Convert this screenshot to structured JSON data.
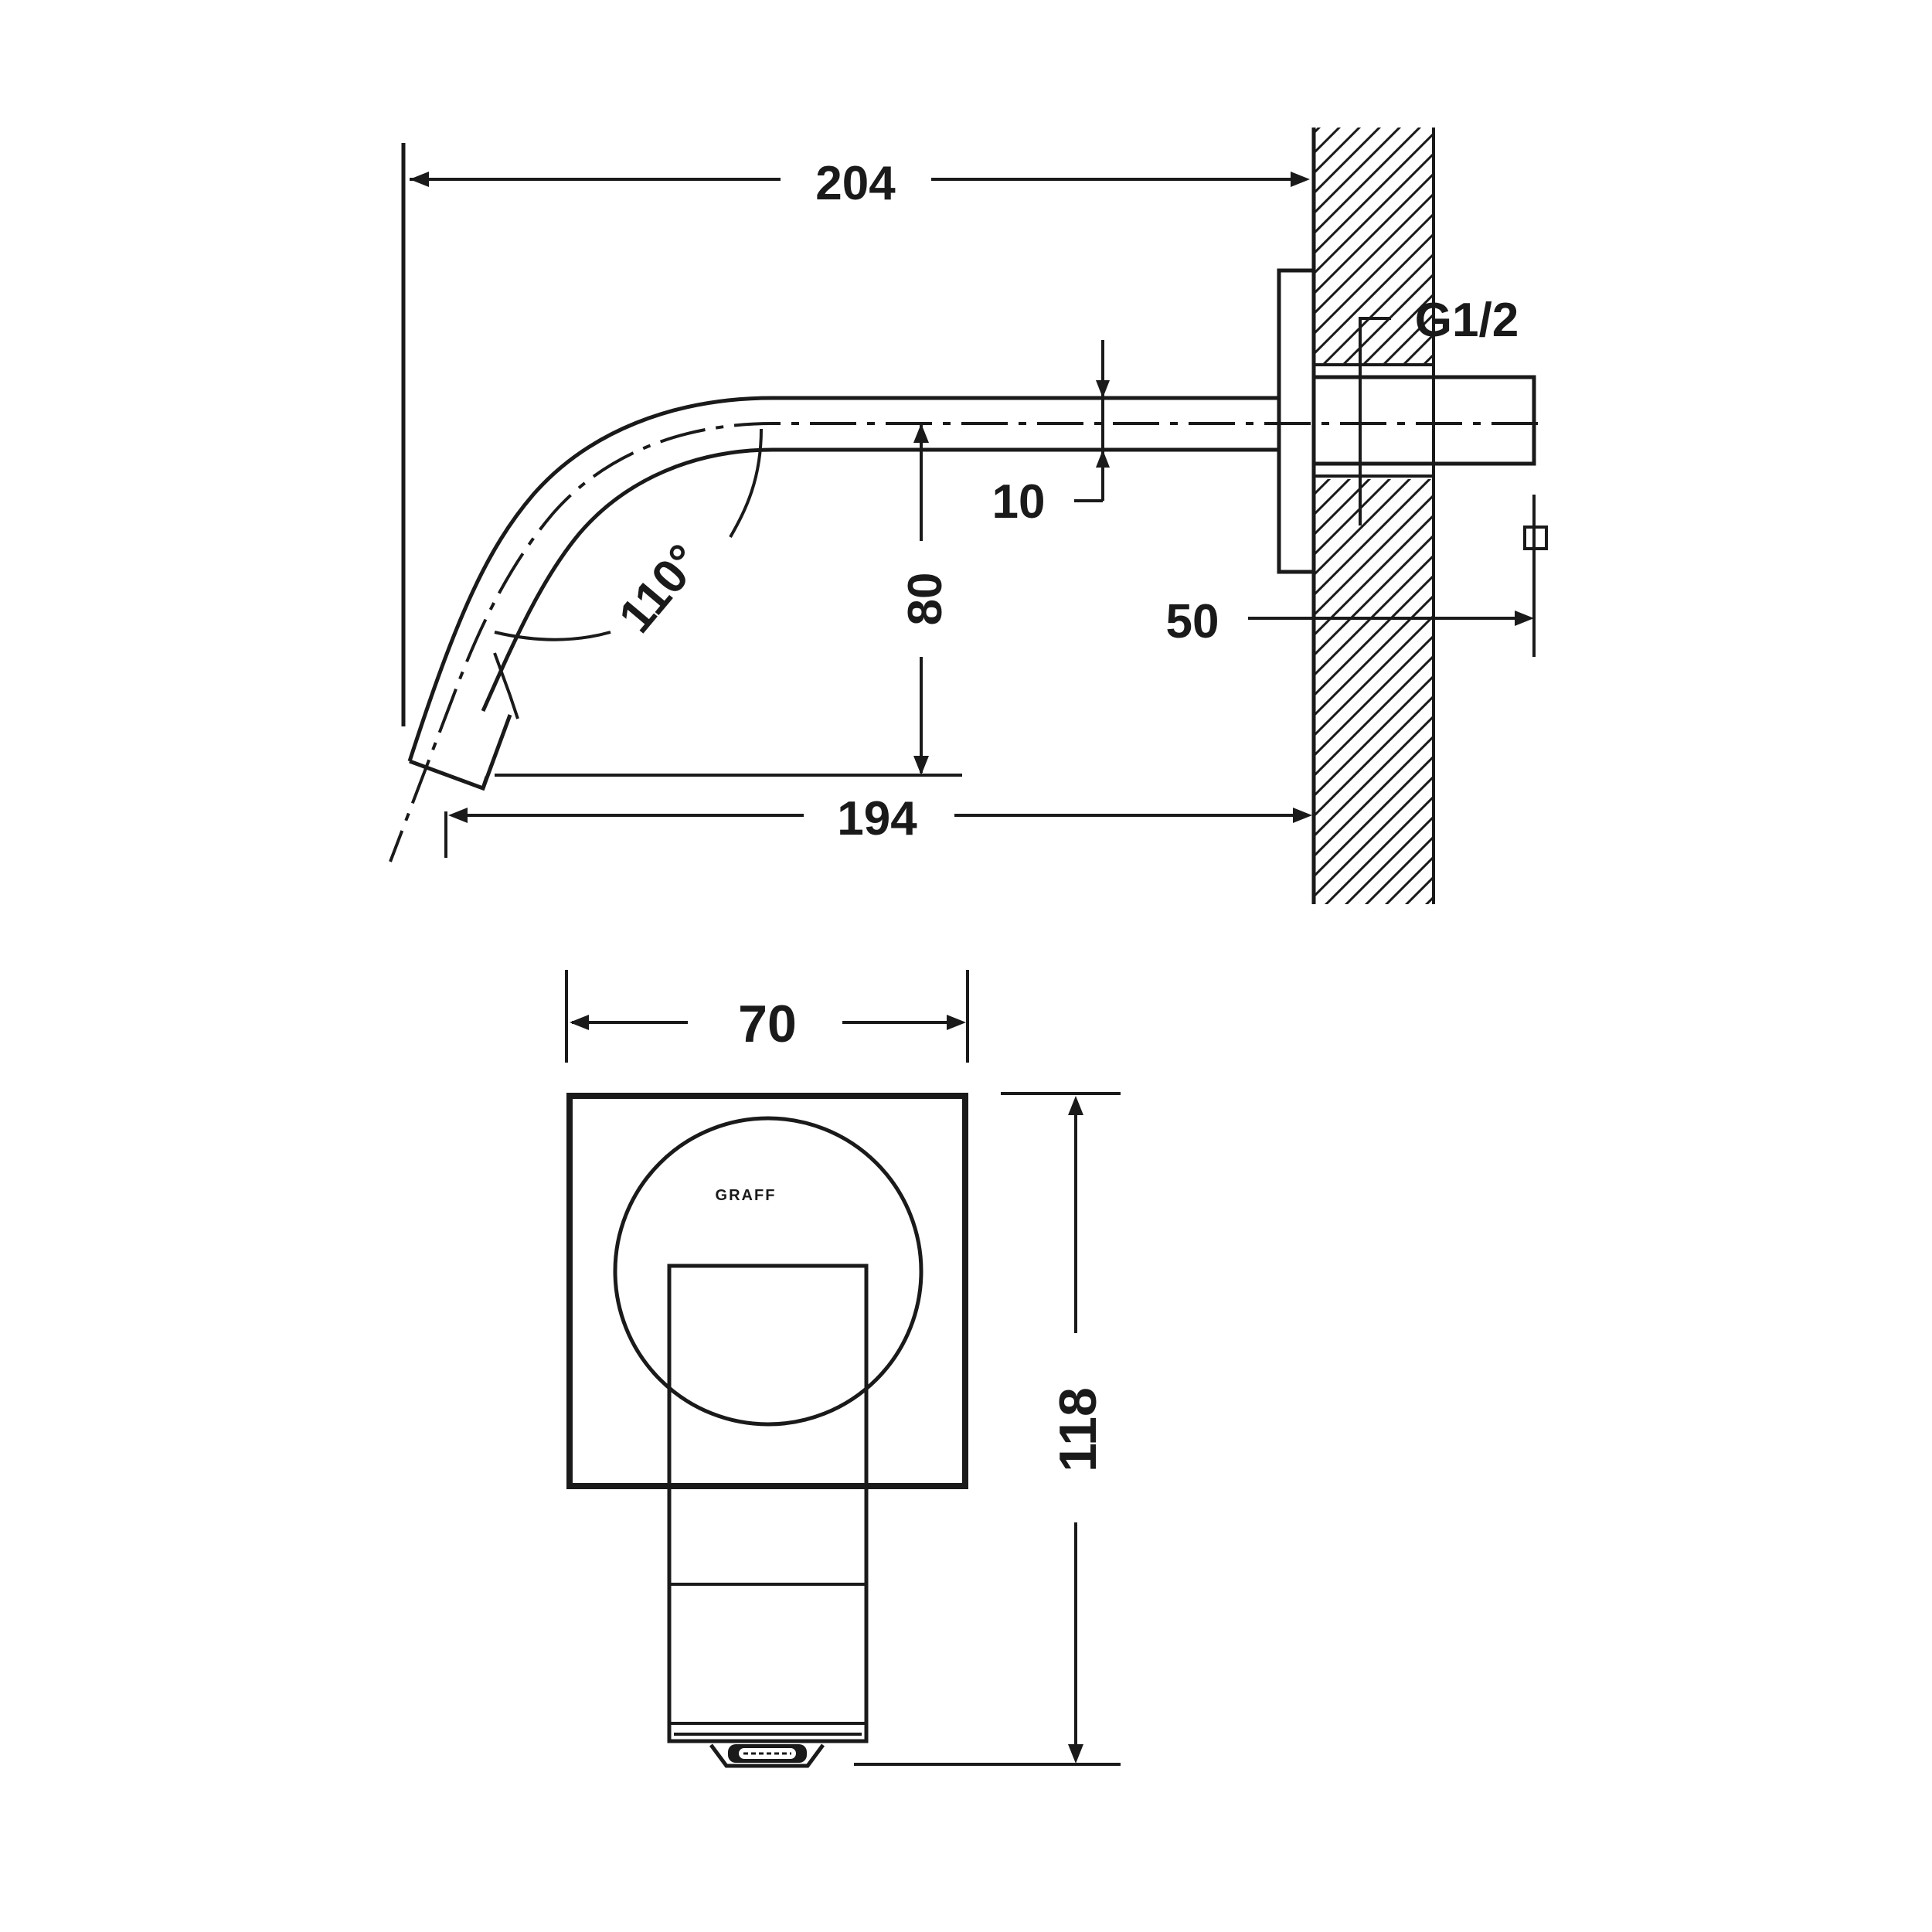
{
  "side_view": {
    "dimensions": {
      "overall_length": "204",
      "wall_to_outlet_length": "194",
      "outlet_drop_height": "80",
      "pipe_offset": "10",
      "bend_angle": "110°",
      "wall_depth": "50",
      "thread_size": "G1/2"
    }
  },
  "front_view": {
    "dimensions": {
      "plate_width": "70",
      "overall_height": "118"
    },
    "brand_mark": "GRAFF"
  }
}
